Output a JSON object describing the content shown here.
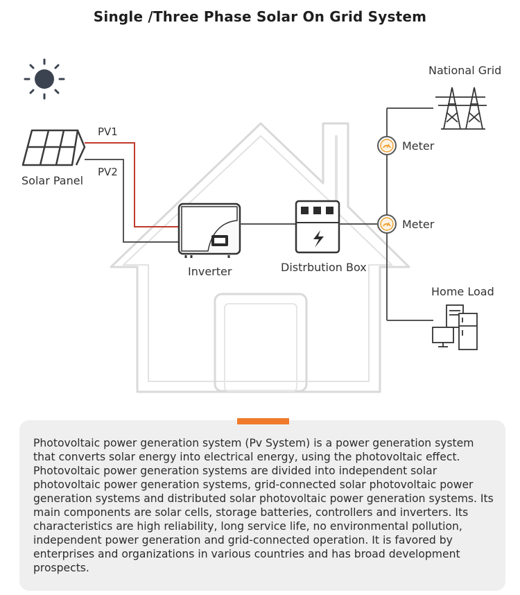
{
  "title": "Single /Three Phase Solar On Grid System",
  "labels": {
    "solar_panel": "Solar Panel",
    "pv1": "PV1",
    "pv2": "PV2",
    "inverter": "Inverter",
    "distribution_box": "Distrbution Box",
    "meter_top": "Meter",
    "meter_bottom": "Meter",
    "national_grid": "National Grid",
    "home_load": "Home Load"
  },
  "icons": {
    "sun": "sun-icon",
    "solar_panel": "solar-panel-icon",
    "inverter": "inverter-icon",
    "distribution_box": "distribution-box-icon",
    "meter": "meter-icon",
    "national_grid": "transmission-tower-icon",
    "home_load": "home-appliances-icon"
  },
  "colors": {
    "pv1_line": "#c0392b",
    "wire": "#555555",
    "house_outline": "#d9d9d9",
    "meter_accent": "#f0a030",
    "accent_bar": "#f07a2b",
    "panel_bg": "#efefef"
  },
  "description": "Photovoltaic power generation system (Pv System) is a power generation system that converts solar energy into electrical energy, using the photovoltaic effect. Photovoltaic power generation systems are divided into independent solar photovoltaic power generation systems, grid-connected solar photovoltaic power generation systems and distributed solar photovoltaic power generation systems. Its main components are solar cells, storage batteries, controllers and inverters. Its characteristics are high reliability, long service life, no environmental pollution, independent power generation and grid-connected operation. It is favored by enterprises and organizations in various countries and has broad development prospects."
}
